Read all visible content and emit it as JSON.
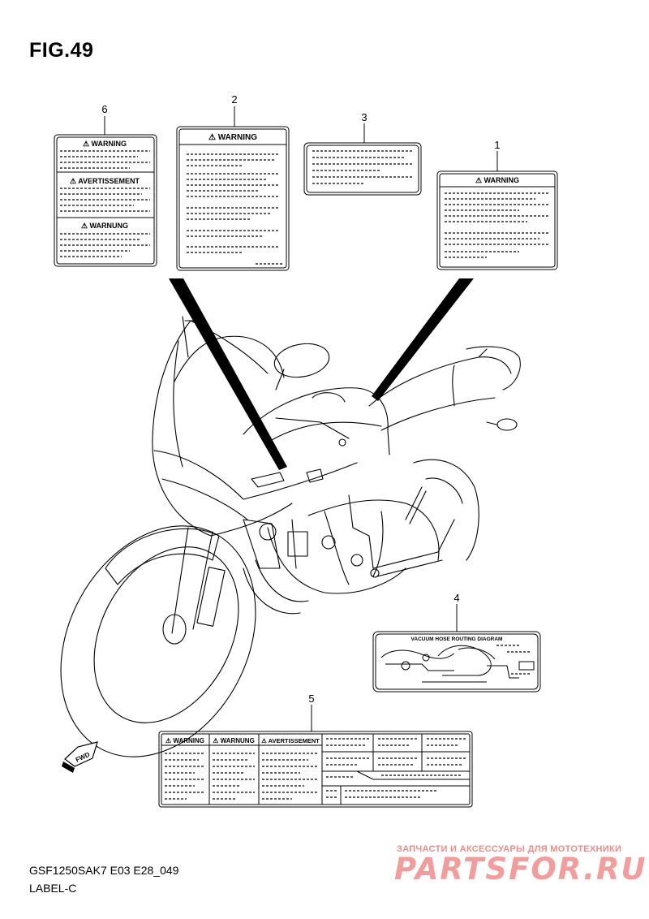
{
  "figure": {
    "title": "FIG.49",
    "model_code": "GSF1250SAK7 E03 E28_049",
    "section": "LABEL-C"
  },
  "callouts": [
    "1",
    "2",
    "3",
    "4",
    "5",
    "6"
  ],
  "labels": {
    "warning_en": "⚠ WARNING",
    "warning_fr": "⚠ AVERTISSEMENT",
    "warning_de": "⚠ WARNUNG",
    "warning_short": "⚠ WARNING",
    "warnung_short": "⚠ WARNUNG",
    "vacuum_title": "VACUUM HOSE ROUTING DIAGRAM",
    "fwd": "FWD"
  },
  "watermark": {
    "tagline": "ЗАПЧАСТИ И АКСЕССУАРЫ ДЛЯ МОТОТЕХНИКИ",
    "brand": "PARTSFOR.RU"
  },
  "colors": {
    "line": "#000000",
    "watermark": "#f29c9c"
  }
}
